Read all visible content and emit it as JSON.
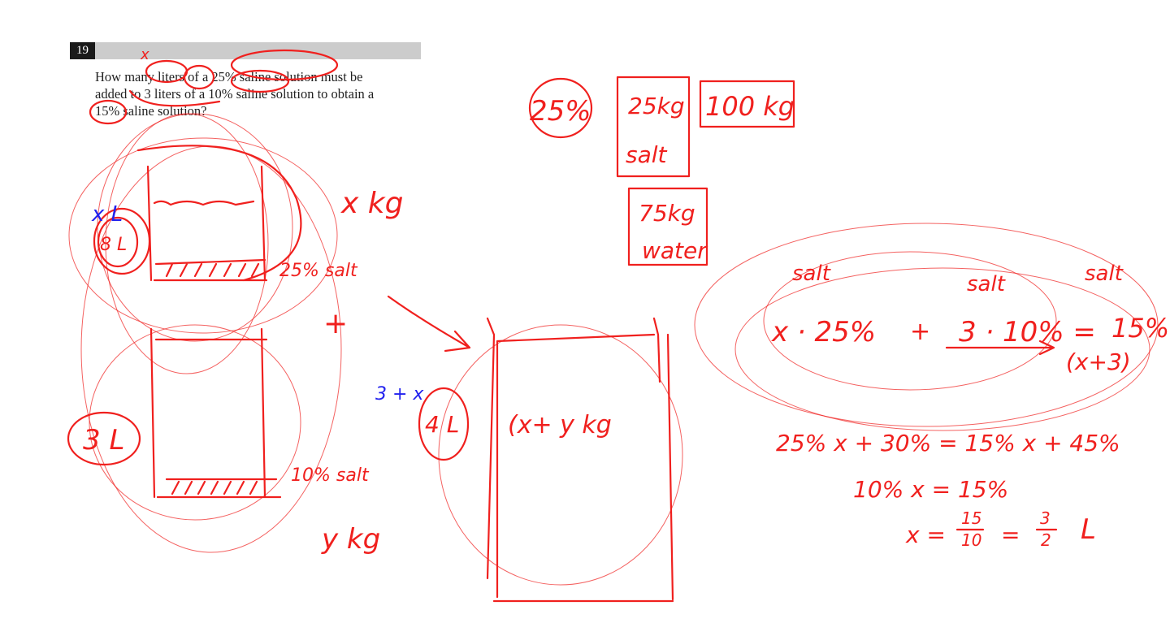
{
  "problem": {
    "number": "19",
    "lines": [
      "How many liters of a 25% saline solution must be",
      "added to 3 liters of a 10% saline solution to obtain a",
      "15% saline solution?"
    ]
  },
  "annotations": {
    "top_percent": "25%",
    "box_salt_mass": "25kg",
    "box_salt_word": "salt",
    "box_total": "100 kg",
    "box_water_mass": "75kg",
    "box_water_word": "water",
    "beaker1_label_blue": "x L",
    "beaker1_label": "8 L",
    "beaker1_mass": "x kg",
    "beaker1_conc": "25% salt",
    "plus": "+",
    "beaker2_volume": "3 L",
    "beaker2_conc": "10% salt",
    "beaker2_mass": "y kg",
    "mix_volume_blue": "3 + x",
    "mix_volume": "4 L",
    "mix_mass": "(x+ y kg",
    "salt1": "salt",
    "salt2": "salt",
    "salt3": "salt",
    "eq_term1": "x · 25%",
    "eq_plus": "+",
    "eq_term2": "3 · 10% =",
    "eq_rhs": "15%",
    "eq_rhs2": "(x+3)",
    "step1": "25% x  +  30% = 15% x + 45%",
    "step2": "10% x  =  15%",
    "step3_lhs": "x =",
    "step3_num": "15",
    "step3_den": "10",
    "step3_eq": "=",
    "step3_num2": "3",
    "step3_den2": "2",
    "step3_unit": "L"
  },
  "colors": {
    "ink_red": "#f0201e",
    "ink_blue": "#2222ee",
    "header_gray": "#cccccc",
    "number_bg": "#1a1a1a"
  }
}
